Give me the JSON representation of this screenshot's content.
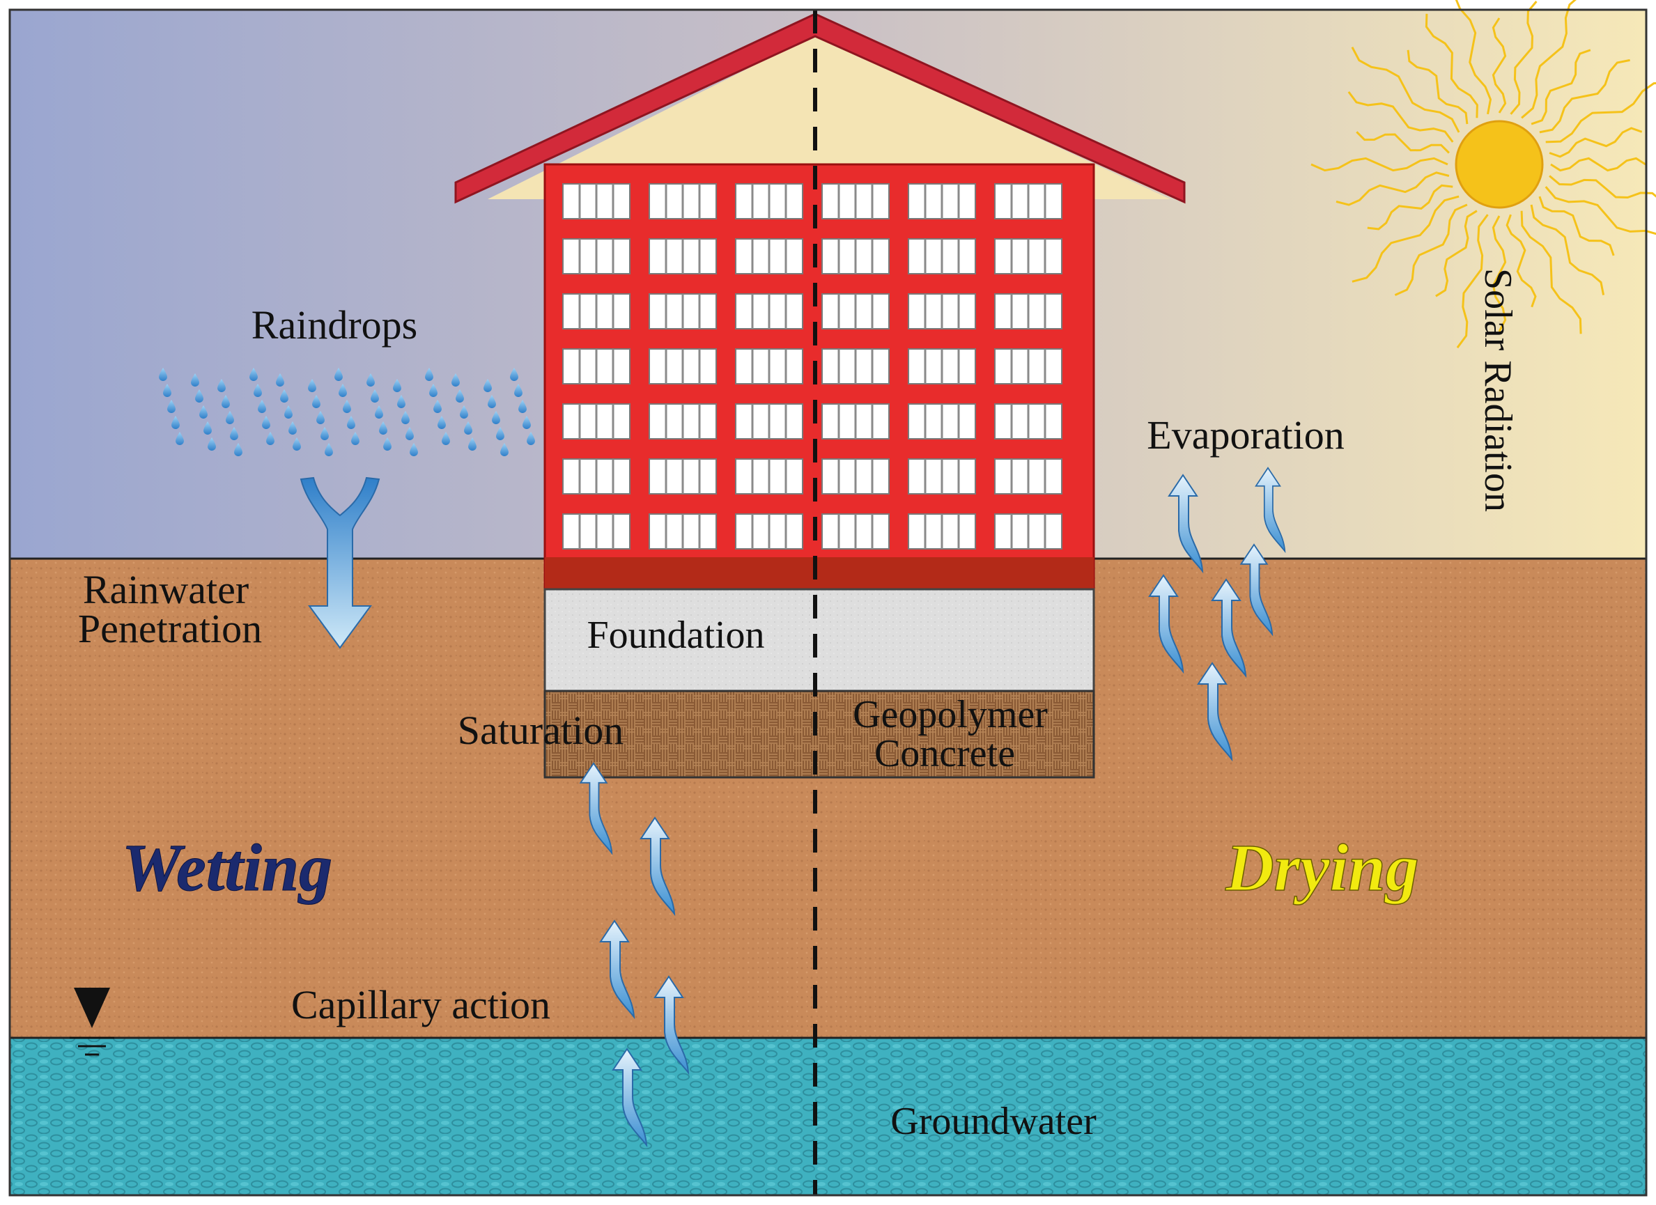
{
  "labels": {
    "raindrops": "Raindrops",
    "rainwater_line1": "Rainwater",
    "rainwater_line2": "Penetration",
    "foundation": "Foundation",
    "saturation": "Saturation",
    "geopolymer_line1": "Geopolymer",
    "geopolymer_line2": "Concrete",
    "wetting": "Wetting",
    "drying": "Drying",
    "evaporation": "Evaporation",
    "solar_radiation": "Solar Radiation",
    "capillary_action": "Capillary action",
    "groundwater": "Groundwater"
  },
  "colors": {
    "sky_left": "#9aa6d0",
    "sky_right": "#f6e8b8",
    "soil": "#c98a5a",
    "water": "#3fb1c0",
    "building_frame": "#e82c2c",
    "roof": "#d22a3a",
    "foundation": "#dedede",
    "geopolymer": "#8a5a35",
    "sun": "#f5c21a",
    "wetting_text": "#1b2a6e",
    "drying_text": "#f2ea10",
    "arrow_blue": "#4d9fdc"
  },
  "building": {
    "floors": 7,
    "windows_per_floor": 6
  },
  "icons": [
    "raindrop-icon",
    "water-table-icon",
    "sun-icon",
    "flow-arrow-icon"
  ]
}
